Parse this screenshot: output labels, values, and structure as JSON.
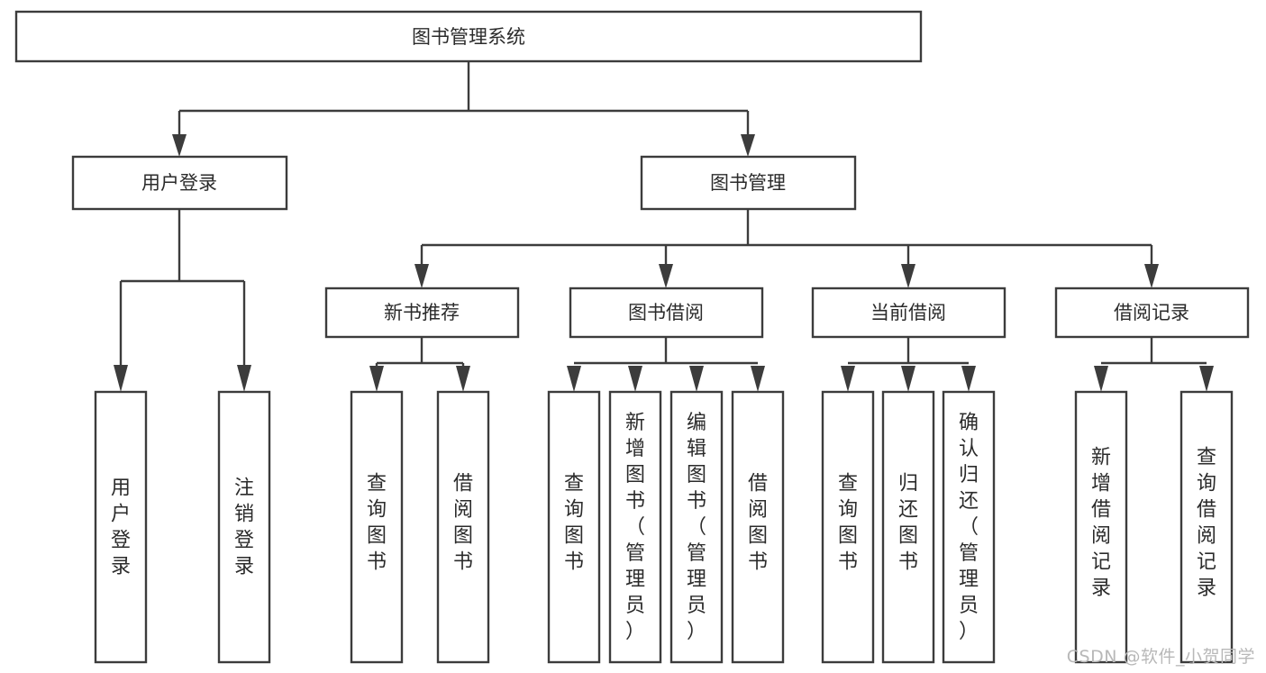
{
  "diagram": {
    "type": "hierarchy-tree",
    "title": "图书管理系统",
    "background_color": "#ffffff",
    "stroke_color": "#3c3c3c",
    "text_color": "#2b2b2b",
    "watermark": "CSDN @软件_小贺同学",
    "levels": {
      "root": {
        "label": "图书管理系统"
      },
      "level2": [
        {
          "label": "用户登录"
        },
        {
          "label": "图书管理"
        }
      ],
      "level3": [
        {
          "label": "新书推荐"
        },
        {
          "label": "图书借阅"
        },
        {
          "label": "当前借阅"
        },
        {
          "label": "借阅记录"
        }
      ],
      "leaves_user_login": [
        {
          "label": "用户登录"
        },
        {
          "label": "注销登录"
        }
      ],
      "leaves_new_book": [
        {
          "label": "查询图书"
        },
        {
          "label": "借阅图书"
        }
      ],
      "leaves_borrow": [
        {
          "label": "查询图书"
        },
        {
          "label": "新增图书（管理员）"
        },
        {
          "label": "编辑图书（管理员）"
        },
        {
          "label": "借阅图书"
        }
      ],
      "leaves_current": [
        {
          "label": "查询图书"
        },
        {
          "label": "归还图书"
        },
        {
          "label": "确认归还（管理员）"
        }
      ],
      "leaves_record": [
        {
          "label": "新增借阅记录"
        },
        {
          "label": "查询借阅记录"
        }
      ]
    }
  }
}
